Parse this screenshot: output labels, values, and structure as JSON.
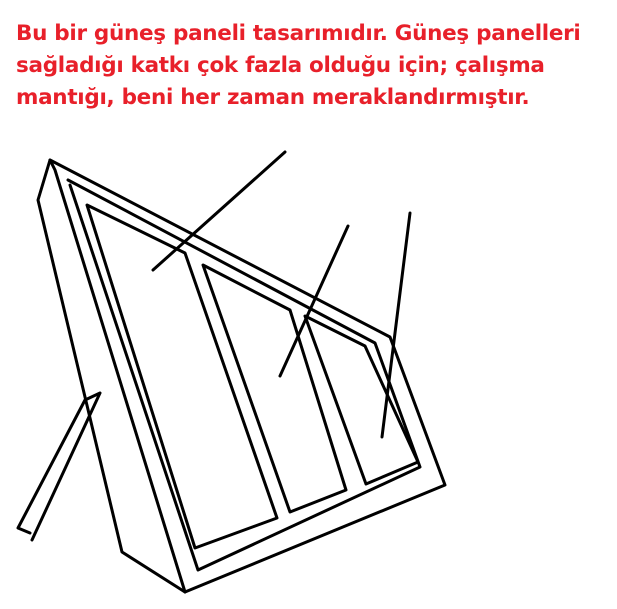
{
  "caption": {
    "lines": [
      "Bu bir güneş paneli tasarımıdır. Güneş panelleri",
      "sağladığı katkı çok fazla olduğu için; çalışma",
      "mantığı, beni her zaman meraklandırmıştır."
    ]
  },
  "colors": {
    "caption_text": "#e8202a",
    "stroke": "#000000",
    "background": "#ffffff"
  }
}
